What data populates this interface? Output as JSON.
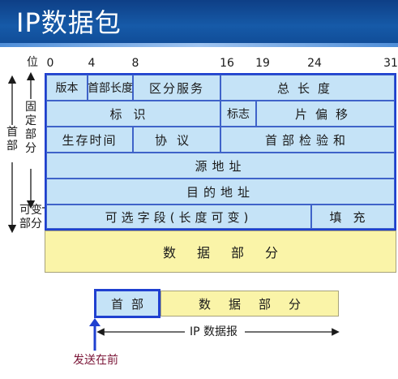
{
  "title": "IP数据包",
  "bit_label": "位",
  "bits": [
    "0",
    "4",
    "8",
    "16",
    "19",
    "24",
    "31"
  ],
  "side": {
    "header": "首部",
    "fixed": "固定部分",
    "variable": "可变部分"
  },
  "header_rows": {
    "row1": {
      "version": "版本",
      "header_length": "首部长度",
      "service": "区分服务",
      "total_length": "总长度"
    },
    "row2": {
      "identification": "标识",
      "flags": "标志",
      "fragment_offset": "片偏移"
    },
    "row3": {
      "ttl": "生存时间",
      "protocol": "协议",
      "checksum": "首部检验和"
    },
    "row4": {
      "source": "源地址"
    },
    "row5": {
      "destination": "目的地址"
    },
    "row6": {
      "options": "可选字段(长度可变)",
      "padding": "填充"
    }
  },
  "data_section": "数据部分",
  "packet": {
    "header": "首部",
    "data": "数据部分",
    "caption": "IP 数据报",
    "send_first": "发送在前"
  },
  "colors": {
    "title_bg": "#165aa8",
    "header_fill": "#c5e3f7",
    "header_border": "#1f40d0",
    "data_fill": "#faf4a8",
    "send_label": "#7a1436"
  }
}
